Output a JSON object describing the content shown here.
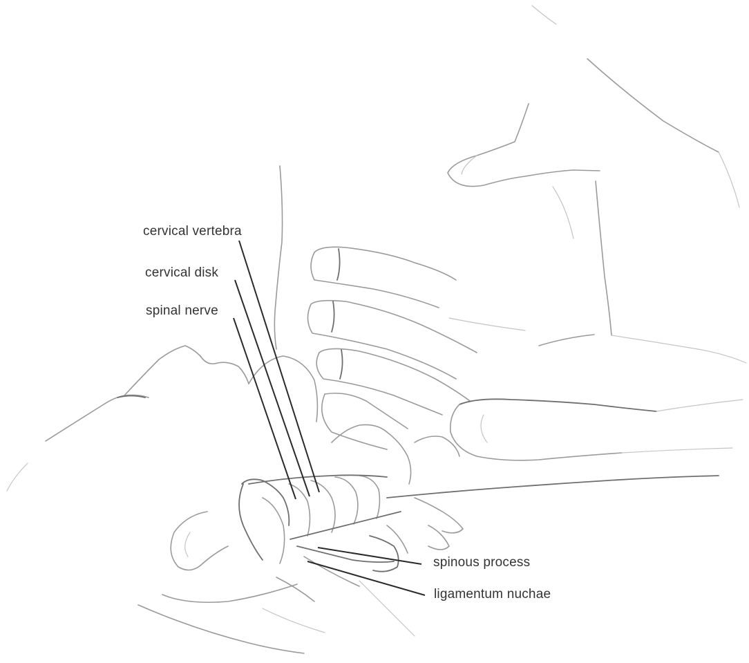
{
  "labels": {
    "cervical_vertebra": "cervical vertebra",
    "cervical_disk": "cervical disk",
    "spinal_nerve": "spinal nerve",
    "spinous_process": "spinous process",
    "ligamentum_nuchae": "ligamentum nuchae"
  },
  "colors": {
    "line_art": "#9a9a9a",
    "leader_line": "#2a2a2a",
    "label_text": "#333333",
    "background": "#ffffff"
  }
}
